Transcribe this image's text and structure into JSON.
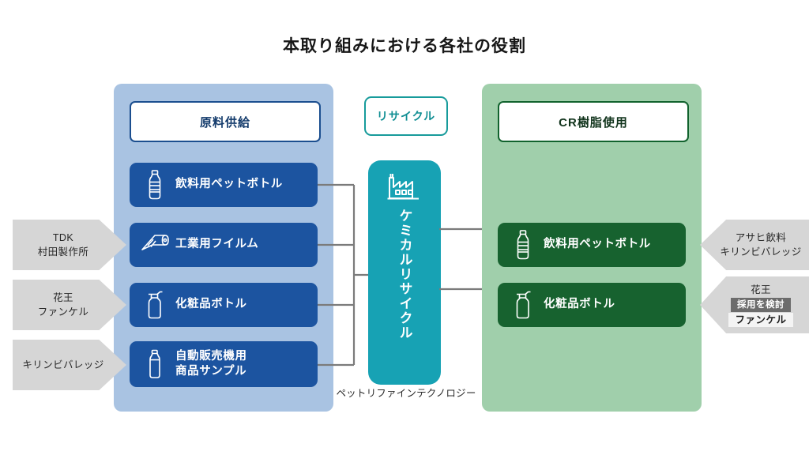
{
  "title": "本取り組みにおける各社の役割",
  "left_panel": {
    "header": "原料供給",
    "items": [
      {
        "label": "飲料用ペットボトル",
        "icon": "pet-bottle-icon"
      },
      {
        "label": "工業用フイルム",
        "icon": "film-roll-icon"
      },
      {
        "label": "化粧品ボトル",
        "icon": "pump-bottle-icon"
      },
      {
        "label_line1": "自動販売機用",
        "label_line2": "商品サンプル",
        "icon": "sample-bottle-icon"
      }
    ],
    "suppliers": [
      {
        "line1": "TDK",
        "line2": "村田製作所"
      },
      {
        "line1": "花王",
        "line2": "ファンケル"
      },
      {
        "line1": "キリンビバレッジ",
        "line2": ""
      }
    ]
  },
  "center": {
    "header": "リサイクル",
    "process": "ケミカルリサイクル",
    "icon": "factory-icon",
    "caption": "ペットリファインテクノロジー"
  },
  "right_panel": {
    "header": "CR樹脂使用",
    "items": [
      {
        "label": "飲料用ペットボトル",
        "icon": "pet-bottle-icon"
      },
      {
        "label": "化粧品ボトル",
        "icon": "pump-bottle-icon"
      }
    ],
    "adopters": [
      {
        "line1": "アサヒ飲料",
        "line2": "キリンビバレッジ",
        "badge": ""
      },
      {
        "line1": "花王",
        "badge": "採用を検討",
        "line2": "ファンケル"
      }
    ]
  },
  "colors": {
    "left_panel_bg": "#a9c3e2",
    "left_item_bg": "#1c54a0",
    "left_accent": "#1b4e8f",
    "center_accent": "#17a2b4",
    "center_header_border": "#179b9b",
    "right_panel_bg": "#a0cfab",
    "right_item_bg": "#17622f",
    "right_accent": "#11622d",
    "chevron_bg": "#d6d6d6",
    "badge_bg": "#6c6c6c",
    "connector": "#7b7b7b"
  }
}
